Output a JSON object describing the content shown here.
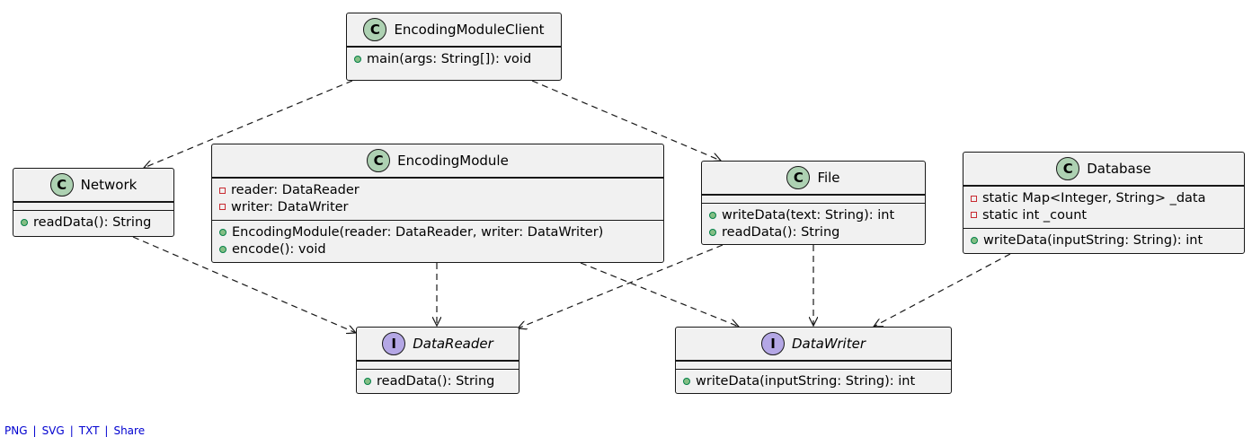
{
  "classes": {
    "client": {
      "badge": "C",
      "name": "EncodingModuleClient",
      "methods": [
        "main(args: String[]): void"
      ]
    },
    "network": {
      "badge": "C",
      "name": "Network",
      "methods": [
        "readData(): String"
      ]
    },
    "module": {
      "badge": "C",
      "name": "EncodingModule",
      "fields": [
        "reader: DataReader",
        "writer: DataWriter"
      ],
      "methods": [
        "EncodingModule(reader: DataReader, writer: DataWriter)",
        "encode(): void"
      ]
    },
    "file": {
      "badge": "C",
      "name": "File",
      "methods": [
        "writeData(text: String): int",
        "readData(): String"
      ]
    },
    "database": {
      "badge": "C",
      "name": "Database",
      "fields": [
        "static Map<Integer, String> _data",
        "static int _count"
      ],
      "methods": [
        "writeData(inputString: String): int"
      ]
    },
    "reader": {
      "badge": "I",
      "name": "DataReader",
      "methods": [
        "readData(): String"
      ]
    },
    "writer": {
      "badge": "I",
      "name": "DataWriter",
      "methods": [
        "writeData(inputString: String): int"
      ]
    }
  },
  "relations": [
    {
      "from": "EncodingModuleClient",
      "to": "Network",
      "style": "dashed"
    },
    {
      "from": "EncodingModuleClient",
      "to": "File",
      "style": "dashed"
    },
    {
      "from": "Network",
      "to": "DataReader",
      "style": "dashed"
    },
    {
      "from": "EncodingModule",
      "to": "DataReader",
      "style": "dashed"
    },
    {
      "from": "EncodingModule",
      "to": "DataWriter",
      "style": "dashed"
    },
    {
      "from": "File",
      "to": "DataReader",
      "style": "dashed"
    },
    {
      "from": "File",
      "to": "DataWriter",
      "style": "dashed"
    },
    {
      "from": "Database",
      "to": "DataWriter",
      "style": "dashed"
    }
  ],
  "footer": {
    "png": "PNG",
    "svg": "SVG",
    "txt": "TXT",
    "share": "Share",
    "sep": "|"
  },
  "colors": {
    "class_badge": "#add1b2",
    "interface_badge": "#b4a7e5",
    "box_fill": "#f1f1f1",
    "link": "#0000d0"
  }
}
